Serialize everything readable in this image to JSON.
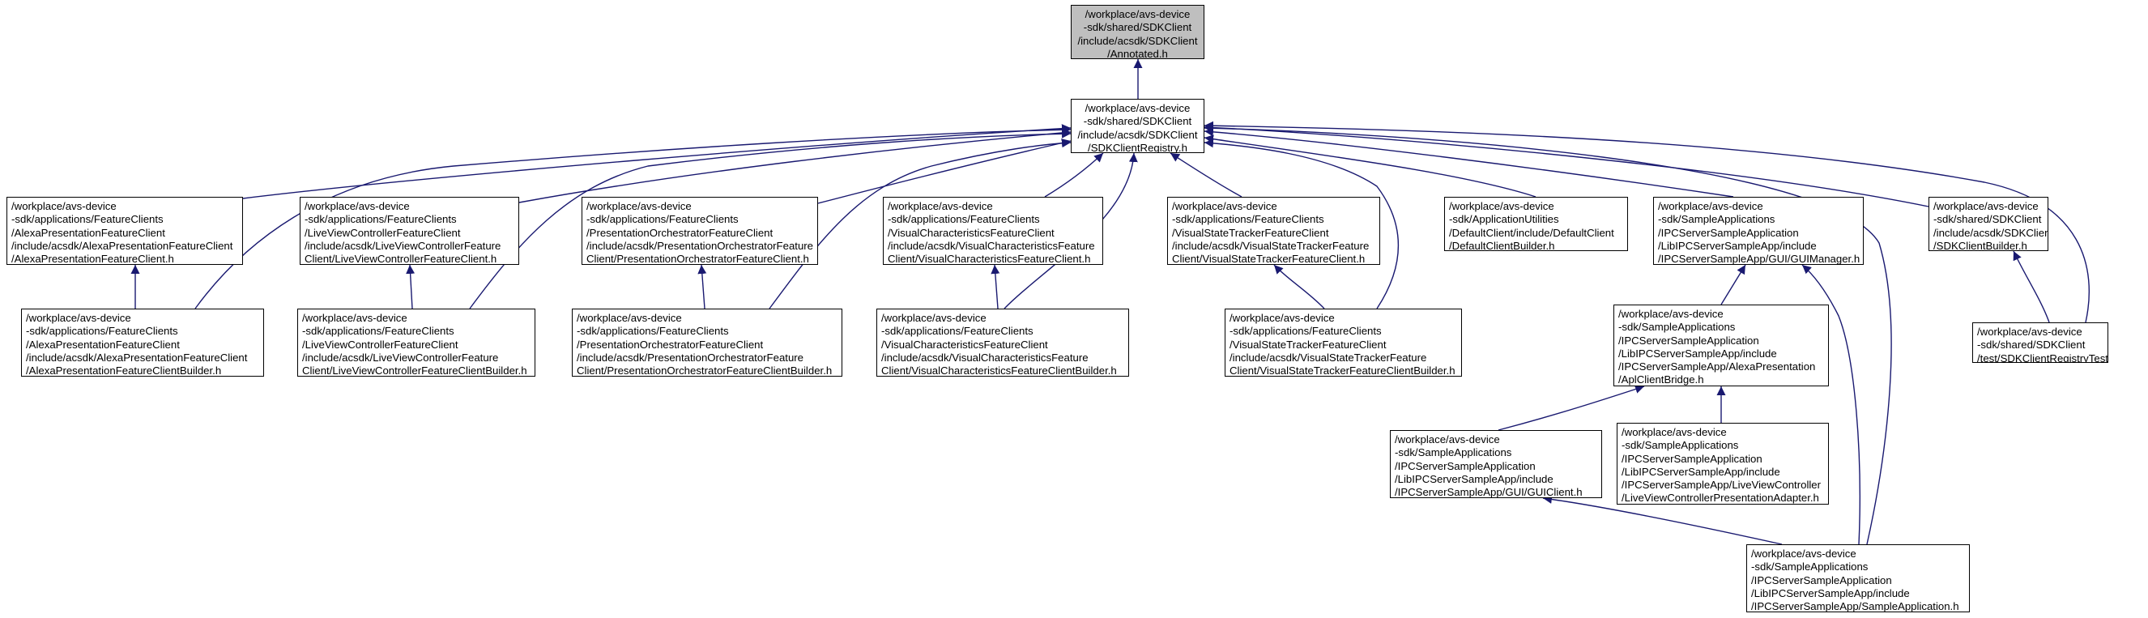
{
  "nodes": [
    {
      "id": "annotated",
      "root": true,
      "lines": [
        "/workplace/avs-device",
        "-sdk/shared/SDKClient",
        "/include/acsdk/SDKClient",
        "/Annotated.h"
      ]
    },
    {
      "id": "registry",
      "lines": [
        "/workplace/avs-device",
        "-sdk/shared/SDKClient",
        "/include/acsdk/SDKClient",
        "/SDKClientRegistry.h"
      ]
    },
    {
      "id": "alexa-client",
      "lines": [
        "/workplace/avs-device",
        "-sdk/applications/FeatureClients",
        "/AlexaPresentationFeatureClient",
        "/include/acsdk/AlexaPresentationFeatureClient",
        "/AlexaPresentationFeatureClient.h"
      ]
    },
    {
      "id": "liveview-client",
      "lines": [
        "/workplace/avs-device",
        "-sdk/applications/FeatureClients",
        "/LiveViewControllerFeatureClient",
        "/include/acsdk/LiveViewControllerFeature",
        "Client/LiveViewControllerFeatureClient.h"
      ]
    },
    {
      "id": "presentation-client",
      "lines": [
        "/workplace/avs-device",
        "-sdk/applications/FeatureClients",
        "/PresentationOrchestratorFeatureClient",
        "/include/acsdk/PresentationOrchestratorFeature",
        "Client/PresentationOrchestratorFeatureClient.h"
      ]
    },
    {
      "id": "visualchar-client",
      "lines": [
        "/workplace/avs-device",
        "-sdk/applications/FeatureClients",
        "/VisualCharacteristicsFeatureClient",
        "/include/acsdk/VisualCharacteristicsFeature",
        "Client/VisualCharacteristicsFeatureClient.h"
      ]
    },
    {
      "id": "visualstate-client",
      "lines": [
        "/workplace/avs-device",
        "-sdk/applications/FeatureClients",
        "/VisualStateTrackerFeatureClient",
        "/include/acsdk/VisualStateTrackerFeature",
        "Client/VisualStateTrackerFeatureClient.h"
      ]
    },
    {
      "id": "default-client-builder",
      "lines": [
        "/workplace/avs-device",
        "-sdk/ApplicationUtilities",
        "/DefaultClient/include/DefaultClient",
        "/DefaultClientBuilder.h"
      ]
    },
    {
      "id": "gui-manager",
      "lines": [
        "/workplace/avs-device",
        "-sdk/SampleApplications",
        "/IPCServerSampleApplication",
        "/LibIPCServerSampleApp/include",
        "/IPCServerSampleApp/GUI/GUIManager.h"
      ]
    },
    {
      "id": "sdk-client-builder",
      "lines": [
        "/workplace/avs-device",
        "-sdk/shared/SDKClient",
        "/include/acsdk/SDKClient",
        "/SDKClientBuilder.h"
      ]
    },
    {
      "id": "alexa-builder",
      "lines": [
        "/workplace/avs-device",
        "-sdk/applications/FeatureClients",
        "/AlexaPresentationFeatureClient",
        "/include/acsdk/AlexaPresentationFeatureClient",
        "/AlexaPresentationFeatureClientBuilder.h"
      ]
    },
    {
      "id": "liveview-builder",
      "lines": [
        "/workplace/avs-device",
        "-sdk/applications/FeatureClients",
        "/LiveViewControllerFeatureClient",
        "/include/acsdk/LiveViewControllerFeature",
        "Client/LiveViewControllerFeatureClientBuilder.h"
      ]
    },
    {
      "id": "presentation-builder",
      "lines": [
        "/workplace/avs-device",
        "-sdk/applications/FeatureClients",
        "/PresentationOrchestratorFeatureClient",
        "/include/acsdk/PresentationOrchestratorFeature",
        "Client/PresentationOrchestratorFeatureClientBuilder.h"
      ]
    },
    {
      "id": "visualchar-builder",
      "lines": [
        "/workplace/avs-device",
        "-sdk/applications/FeatureClients",
        "/VisualCharacteristicsFeatureClient",
        "/include/acsdk/VisualCharacteristicsFeature",
        "Client/VisualCharacteristicsFeatureClientBuilder.h"
      ]
    },
    {
      "id": "visualstate-builder",
      "lines": [
        "/workplace/avs-device",
        "-sdk/applications/FeatureClients",
        "/VisualStateTrackerFeatureClient",
        "/include/acsdk/VisualStateTrackerFeature",
        "Client/VisualStateTrackerFeatureClientBuilder.h"
      ]
    },
    {
      "id": "apl-client-bridge",
      "lines": [
        "/workplace/avs-device",
        "-sdk/SampleApplications",
        "/IPCServerSampleApplication",
        "/LibIPCServerSampleApp/include",
        "/IPCServerSampleApp/AlexaPresentation",
        "/AplClientBridge.h"
      ]
    },
    {
      "id": "registry-test",
      "lines": [
        "/workplace/avs-device",
        "-sdk/shared/SDKClient",
        "/test/SDKClientRegistryTest.cpp"
      ]
    },
    {
      "id": "gui-client",
      "lines": [
        "/workplace/avs-device",
        "-sdk/SampleApplications",
        "/IPCServerSampleApplication",
        "/LibIPCServerSampleApp/include",
        "/IPCServerSampleApp/GUI/GUIClient.h"
      ]
    },
    {
      "id": "liveview-adapter",
      "lines": [
        "/workplace/avs-device",
        "-sdk/SampleApplications",
        "/IPCServerSampleApplication",
        "/LibIPCServerSampleApp/include",
        "/IPCServerSampleApp/LiveViewController",
        "/LiveViewControllerPresentationAdapter.h"
      ]
    },
    {
      "id": "sample-application",
      "lines": [
        "/workplace/avs-device",
        "-sdk/SampleApplications",
        "/IPCServerSampleApplication",
        "/LibIPCServerSampleApp/include",
        "/IPCServerSampleApp/SampleApplication.h"
      ]
    }
  ],
  "edges": [
    {
      "from": "registry",
      "to": "annotated"
    },
    {
      "from": "alexa-client",
      "to": "registry"
    },
    {
      "from": "alexa-builder",
      "to": "registry"
    },
    {
      "from": "liveview-client",
      "to": "registry"
    },
    {
      "from": "liveview-builder",
      "to": "registry"
    },
    {
      "from": "presentation-client",
      "to": "registry"
    },
    {
      "from": "presentation-builder",
      "to": "registry"
    },
    {
      "from": "visualchar-client",
      "to": "registry"
    },
    {
      "from": "visualchar-builder",
      "to": "registry"
    },
    {
      "from": "visualstate-client",
      "to": "registry"
    },
    {
      "from": "visualstate-builder",
      "to": "registry"
    },
    {
      "from": "default-client-builder",
      "to": "registry"
    },
    {
      "from": "gui-manager",
      "to": "registry"
    },
    {
      "from": "sample-application",
      "to": "registry"
    },
    {
      "from": "sdk-client-builder",
      "to": "registry"
    },
    {
      "from": "registry-test",
      "to": "registry"
    },
    {
      "from": "alexa-builder",
      "to": "alexa-client"
    },
    {
      "from": "liveview-builder",
      "to": "liveview-client"
    },
    {
      "from": "presentation-builder",
      "to": "presentation-client"
    },
    {
      "from": "visualchar-builder",
      "to": "visualchar-client"
    },
    {
      "from": "visualstate-builder",
      "to": "visualstate-client"
    },
    {
      "from": "apl-client-bridge",
      "to": "gui-manager"
    },
    {
      "from": "sample-application",
      "to": "gui-manager"
    },
    {
      "from": "gui-client",
      "to": "apl-client-bridge"
    },
    {
      "from": "liveview-adapter",
      "to": "apl-client-bridge"
    },
    {
      "from": "sample-application",
      "to": "gui-client"
    },
    {
      "from": "registry-test",
      "to": "sdk-client-builder"
    }
  ],
  "colors": {
    "edge": "#191970",
    "root_fill": "#bfbfbf",
    "node_fill": "#ffffff",
    "border": "#000000"
  }
}
